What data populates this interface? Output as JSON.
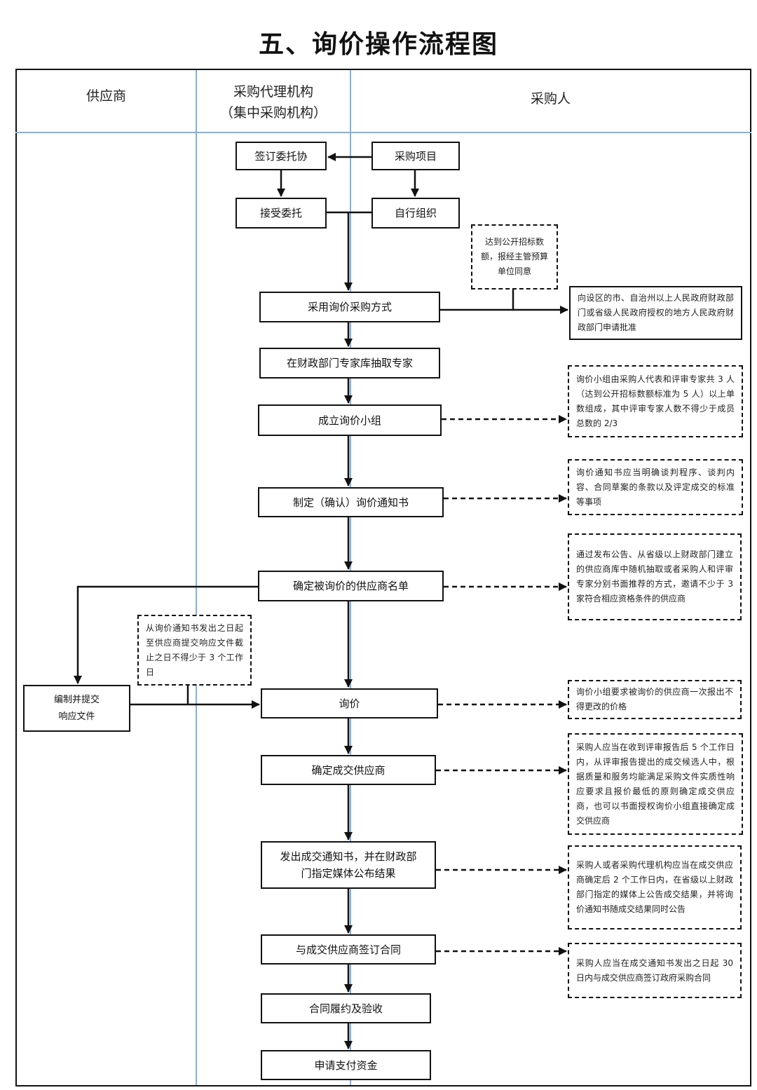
{
  "title": "五、询价操作流程图",
  "lanes": {
    "supplier": "供应商",
    "agency_line1": "采购代理机构",
    "agency_line2": "（集中采购机构）",
    "purchaser": "采购人"
  },
  "nodes": {
    "sign_entrust": "签订委托协",
    "purchase_project": "采购项目",
    "accept_entrust": "接受委托",
    "self_organize": "自行组织",
    "adopt_inquiry": "采用询价采购方式",
    "draw_experts": "在财政部门专家库抽取专家",
    "form_panel": "成立询价小组",
    "inquiry_notice": "制定（确认）询价通知书",
    "supplier_list": "确定被询价的供应商名单",
    "prepare_response_line1": "编制并提交",
    "prepare_response_line2": "响应文件",
    "inquiry": "询价",
    "select_supplier": "确定成交供应商",
    "award_notice_line1": "发出成交通知书，并在财政部",
    "award_notice_line2": "门指定媒体公布结果",
    "sign_contract": "与成交供应商签订合同",
    "perform_accept": "合同履约及验收",
    "apply_payment": "申请支付资金"
  },
  "notes": {
    "threshold": "达到公开招标数额，报经主管预算单位同意",
    "approval": "向设区的市、自治州以上人民政府财政部门或省级人民政府授权的地方人民政府财政部门申请批准",
    "panel": "询价小组由采购人代表和评审专家共 3 人（达到公开招标数额标准为 5 人）以上单数组成，其中评审专家人数不得少于成员总数的 2/3",
    "notice": "询价通知书应当明确谈判程序、谈判内容、合同草案的条款以及评定成交的标准等事项",
    "list": "通过发布公告、从省级以上财政部门建立的供应商库中随机抽取或者采购人和评审专家分别书面推荐的方式，邀请不少于 3 家符合相应资格条件的供应商",
    "period": "从询价通知书发出之日起至供应商提交响应文件截止之日不得少于 3 个工作日",
    "once": "询价小组要求被询价的供应商一次报出不得更改的价格",
    "select": "采购人应当在收到评审报告后 5 个工作日内，从评审报告提出的成交候选人中，根据质量和服务均能满足采购文件实质性响应要求且报价最低的原则确定成交供应商，也可以书面授权询价小组直接确定成交供应商",
    "publish": "采购人或者采购代理机构应当在成交供应商确定后 2 个工作日内，在省级以上财政部门指定的媒体上公告成交结果，并将询价通知书随成交结果同时公告",
    "contract": "采购人应当在成交通知书发出之日起 30 日内与成交供应商签订政府采购合同"
  }
}
